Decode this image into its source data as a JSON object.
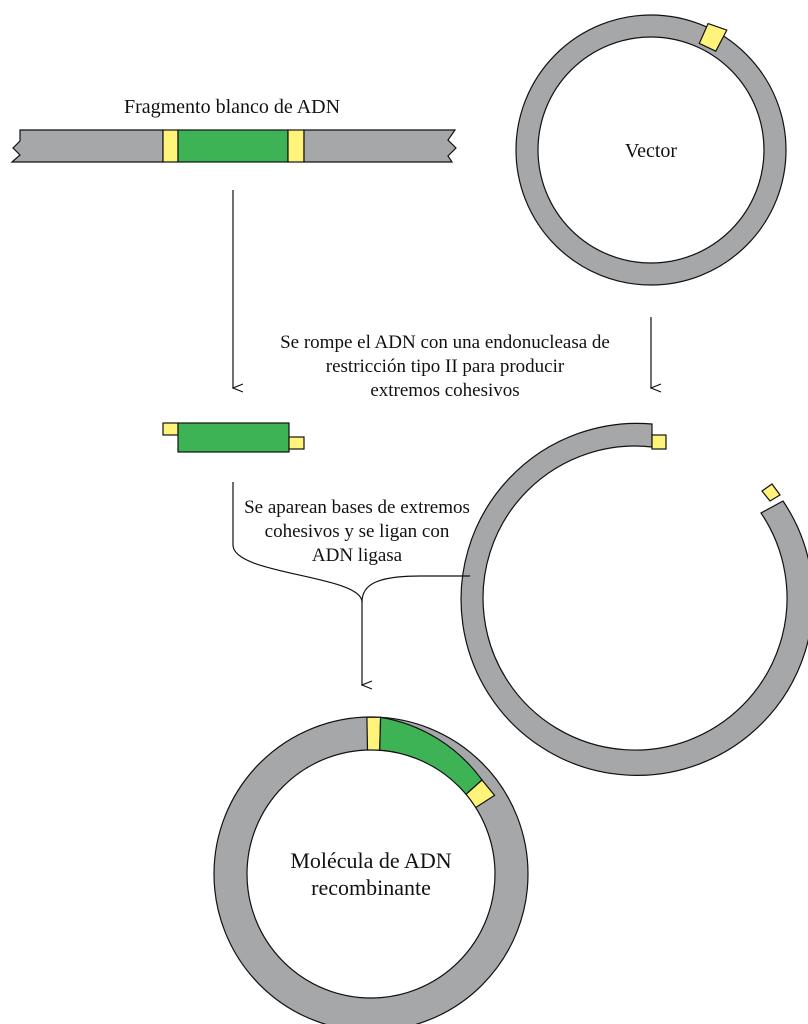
{
  "labels": {
    "target_fragment": "Fragmento blanco de ADN",
    "vector": "Vector",
    "step1": [
      "Se rompe el ADN con una endonucleasa de",
      "restricción tipo II para producir",
      "extremos cohesivos"
    ],
    "step2": [
      "Se aparean bases de extremos",
      "cohesivos y se ligan con",
      "ADN ligasa"
    ],
    "product": [
      "Molécula de ADN",
      "recombinante"
    ]
  },
  "colors": {
    "dna_backbone": "#a6a7a9",
    "insert": "#3db356",
    "sticky_end": "#fff37a",
    "outline": "#111111"
  }
}
